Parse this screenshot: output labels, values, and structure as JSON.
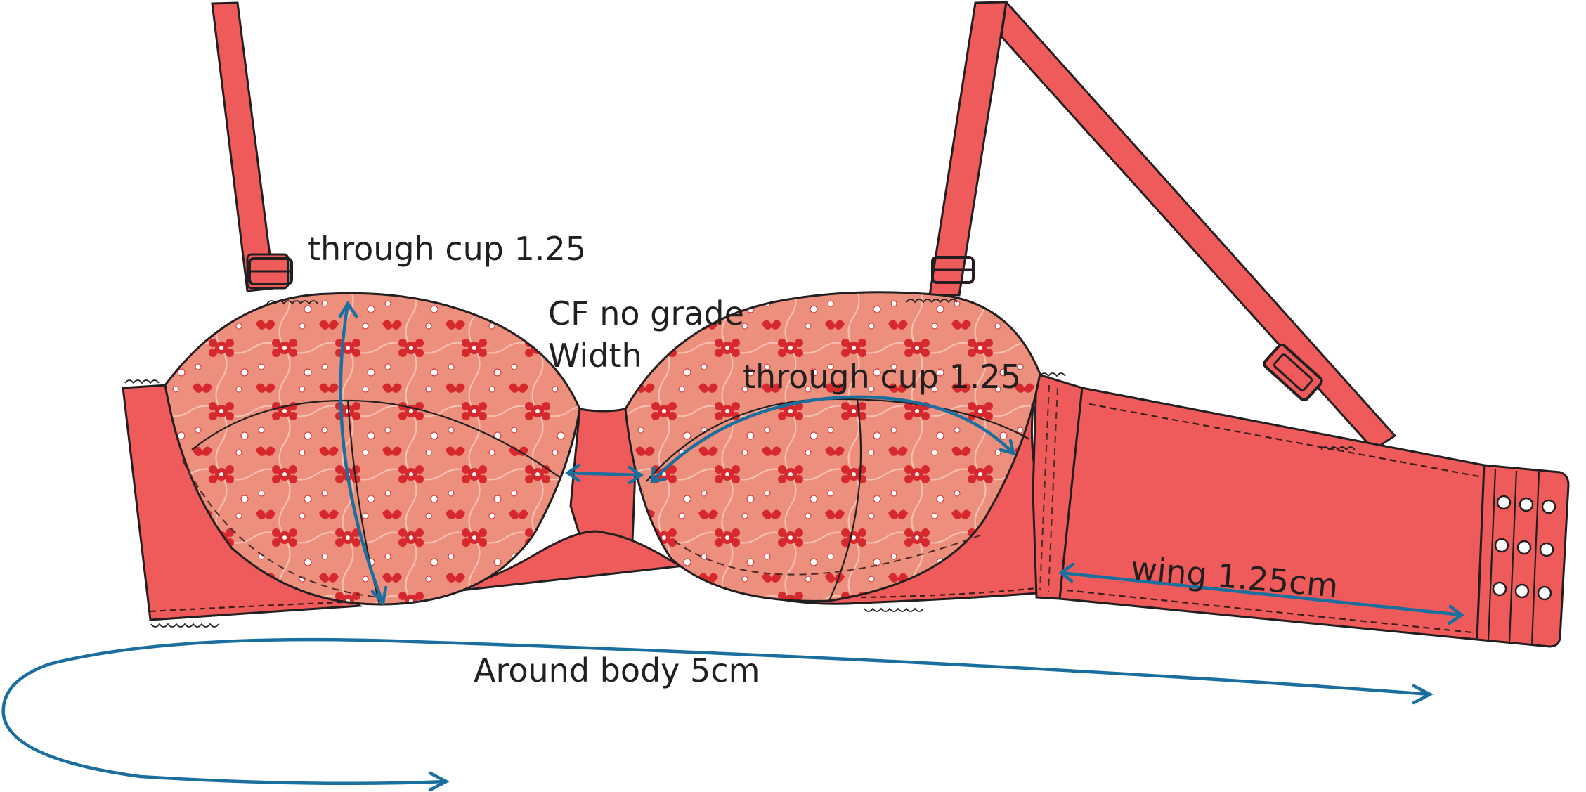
{
  "labels": {
    "through_cup_left": "through cup 1.25",
    "cf": "CF no grade",
    "width": "Width",
    "through_cup_right": "through cup 1.25",
    "wing": "wing 1.25cm",
    "around_body": "Around body 5cm"
  },
  "colors": {
    "fabric": "#ef5b5b",
    "lace_base": "#ec8f7c",
    "lace_motif": "#d7282d",
    "outline": "#231f20",
    "measure_arrow": "#1a6f9e"
  }
}
